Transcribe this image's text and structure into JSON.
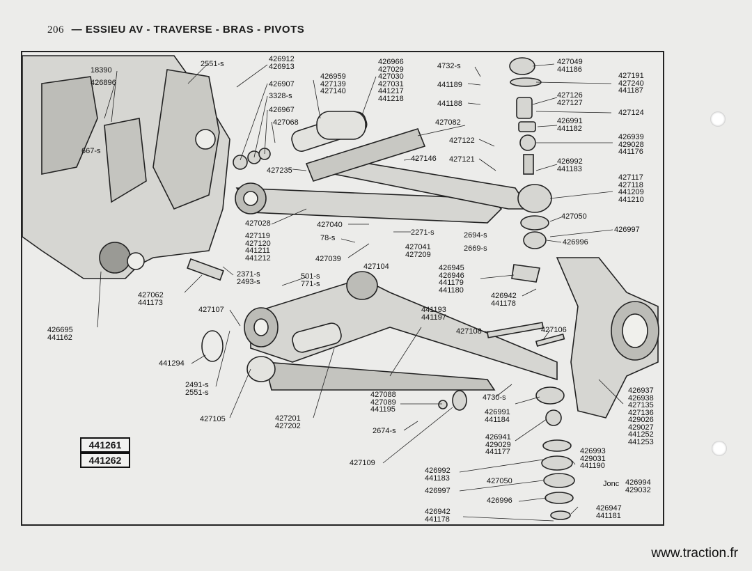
{
  "header": {
    "page_number": "206",
    "title": "— ESSIEU AV - TRAVERSE - BRAS - PIVOTS"
  },
  "reference_box": [
    "441261",
    "441262"
  ],
  "footer": "www.traction.fr",
  "labels": [
    "18390",
    "426896",
    "667-s",
    "2551-s",
    "426912\n426913",
    "426907",
    "3328-s",
    "426967",
    "427068",
    "426959\n427139\n427140",
    "426966\n427029\n427030\n427031\n441217\n441218",
    "4732-s",
    "441189",
    "441188",
    "427082",
    "427122",
    "427121",
    "427146",
    "427235",
    "427028",
    "427040",
    "2271-s",
    "78-s",
    "427041\n427209",
    "427039",
    "427119\n427120\n441211\n441212",
    "2694-s",
    "2669-s",
    "427049\n441186",
    "427191\n427240\n441187",
    "427126\n427127",
    "427124",
    "426991\n441182",
    "426939\n429028\n441176",
    "426992\n441183",
    "427117\n427118\n441209\n441210",
    "427050",
    "426997",
    "426996",
    "427104",
    "501-s\n771-s",
    "2371-s\n2493-s",
    "427062\n441173",
    "426695\n441162",
    "427107",
    "441294",
    "2491-s\n2551-s",
    "427105",
    "426945\n426946\n441179\n441180",
    "426942\n441178",
    "441193\n441197",
    "427108",
    "427106",
    "427088\n427089\n441195",
    "427201\n427202",
    "4730-s",
    "2674-s",
    "427109",
    "426991\n441184",
    "426941\n429029\n441177",
    "426937\n426938\n427135\n427136\n429026\n429027\n441252\n441253",
    "426993\n429031\n441190",
    "Jonc",
    "426994\n429032",
    "426992\n441183",
    "427050",
    "426997",
    "426996",
    "426947\n441181",
    "426942\n441178"
  ]
}
